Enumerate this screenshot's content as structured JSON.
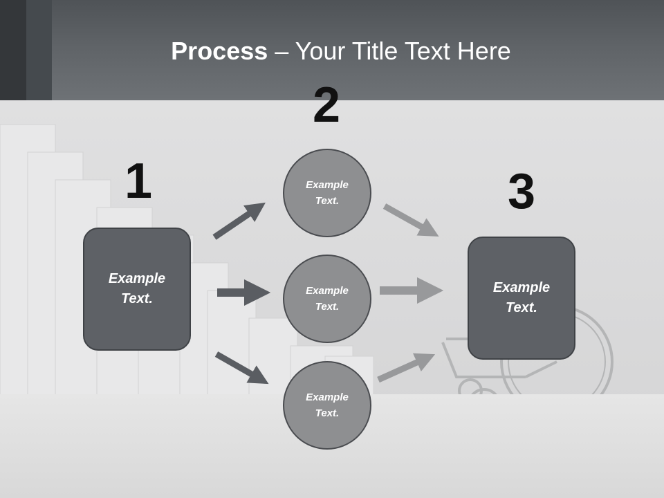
{
  "slide": {
    "title_bold": "Process",
    "title_rest": " – Your Title Text Here"
  },
  "steps": {
    "step1": {
      "number": "1",
      "text": "Example Text."
    },
    "step2": {
      "number": "2",
      "circles": [
        {
          "text": "Example Text."
        },
        {
          "text": "Example Text."
        },
        {
          "text": "Example Text."
        }
      ]
    },
    "step3": {
      "number": "3",
      "text": "Example Text."
    }
  },
  "colors": {
    "box_fill": "#5e6166",
    "circle_fill": "#8e8f91",
    "arrow_dark": "#5a5d62",
    "arrow_light": "#98999b"
  }
}
